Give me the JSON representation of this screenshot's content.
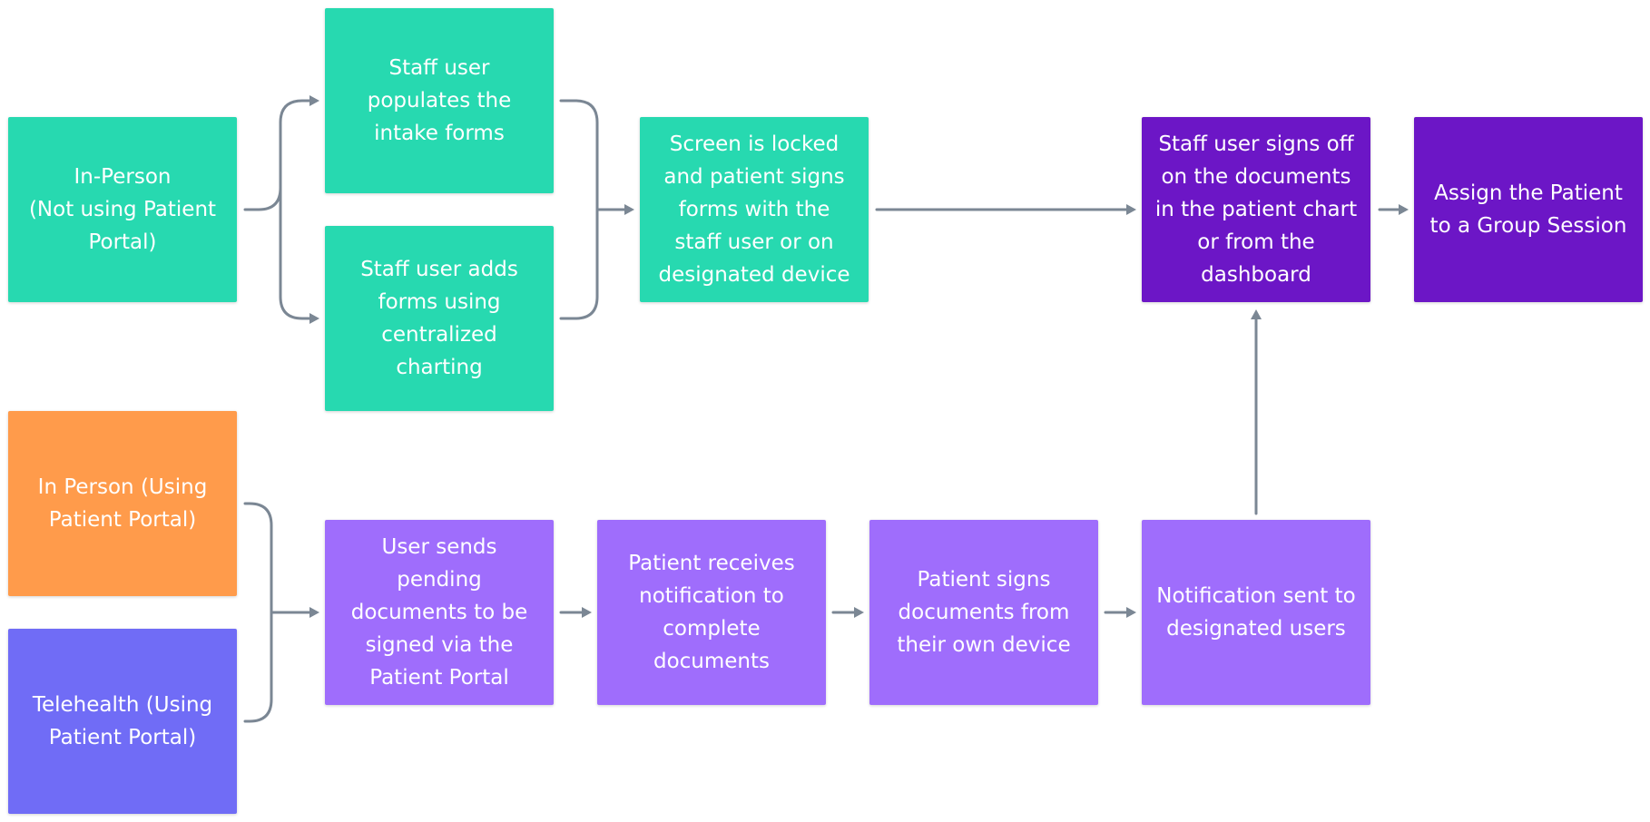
{
  "nodes": {
    "in_person": "In-Person\n(Not using Patient\nPortal)",
    "staff_populates": "Staff user\npopulates the\nintake forms",
    "staff_adds": "Staff user adds\nforms using\ncentralized\ncharting",
    "screen_locked": "Screen is locked\nand patient signs\nforms with the\nstaff user or on\ndesignated device",
    "staff_signs": "Staff user signs off\non the documents\nin the patient chart\nor from the\ndashboard",
    "assign": "Assign the Patient\nto a Group Session",
    "in_person_portal": "In Person (Using\nPatient Portal)",
    "telehealth": "Telehealth (Using\nPatient Portal)",
    "user_sends": "User sends\npending\ndocuments to be\nsigned via the\nPatient Portal",
    "patient_receives": "Patient receives\nnotification to\ncomplete\ndocuments",
    "patient_signs": "Patient signs\ndocuments from\ntheir own device",
    "notification": "Notification sent to\ndesignated users"
  },
  "colors": {
    "teal": "#27d9b0",
    "orange": "#ff9b4b",
    "indigo": "#706cf6",
    "violet": "#9f6dfc",
    "purple": "#6c16c6",
    "connector": "#7b8794"
  }
}
